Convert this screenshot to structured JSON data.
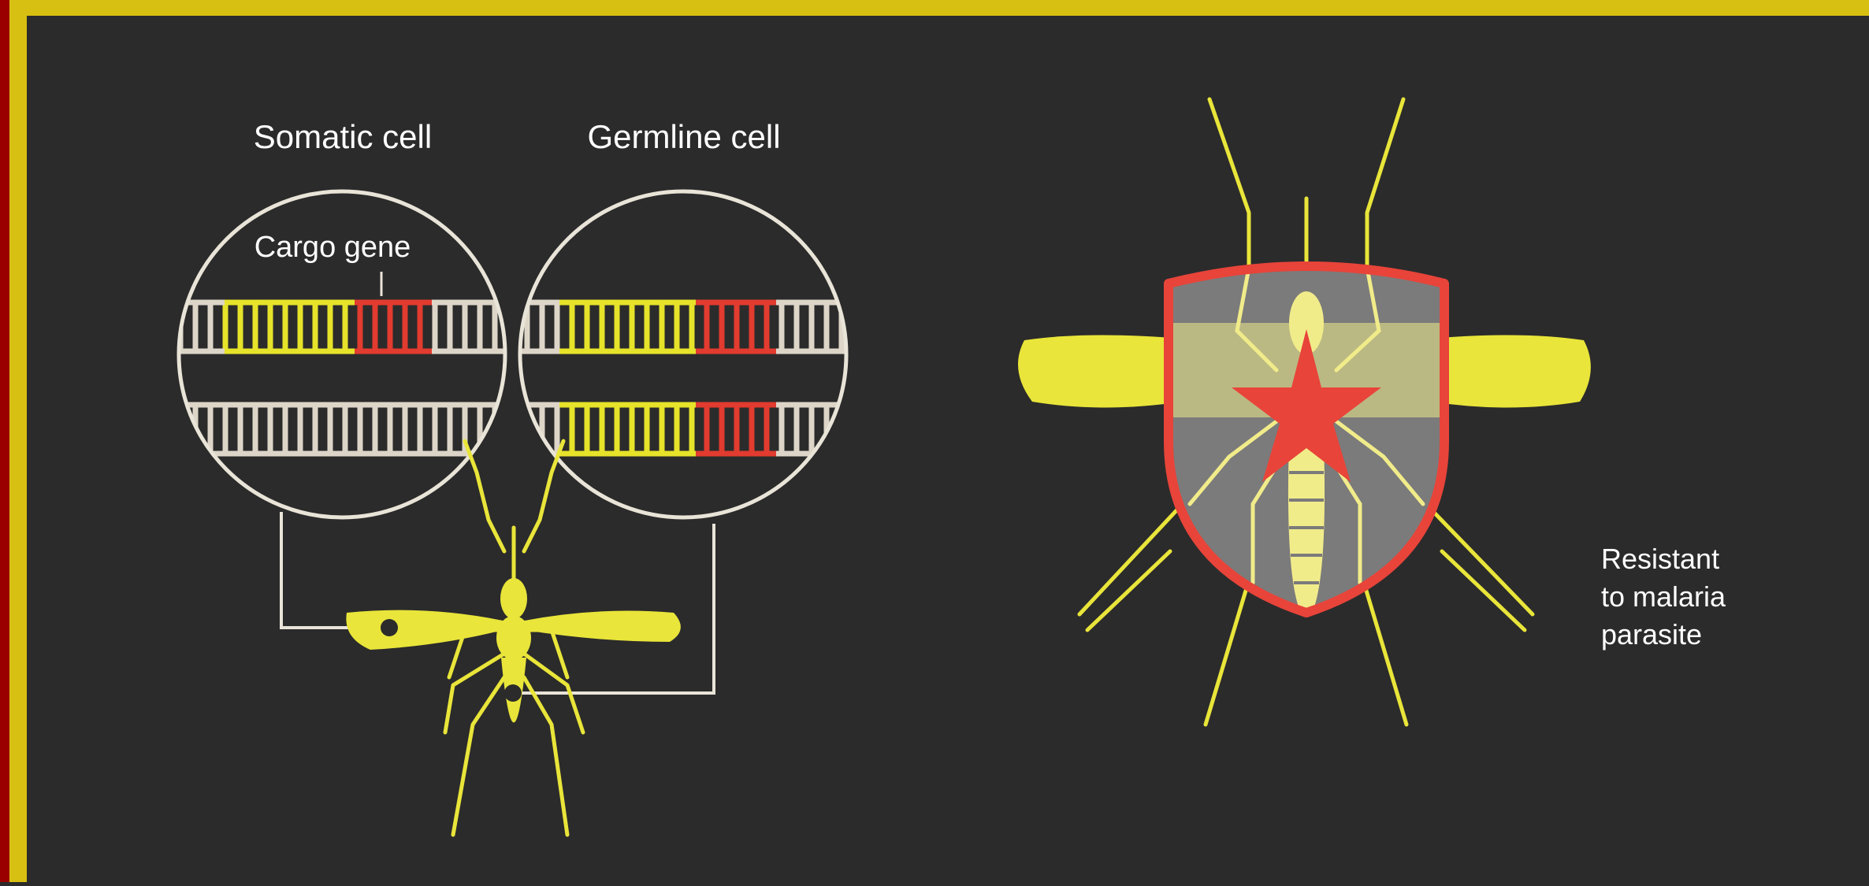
{
  "labels": {
    "somatic_cell": "Somatic cell",
    "germline_cell": "Germline cell",
    "cargo_gene": "Cargo gene",
    "resistant_line1": "Resistant",
    "resistant_line2": "to malaria",
    "resistant_line3": "parasite"
  },
  "colors": {
    "frame_gold": "#d8c012",
    "frame_red": "#9a0000",
    "background": "#2b2b2b",
    "dna_white": "#ddd6c8",
    "dna_yellow": "#e6e32a",
    "dna_red": "#e23b2f",
    "mosquito_yellow": "#e9e53a",
    "mosquito_light": "#f1ec8a",
    "shield_grey": "#7b7b7b",
    "shield_red": "#e8443a",
    "text": "#ffffff"
  }
}
